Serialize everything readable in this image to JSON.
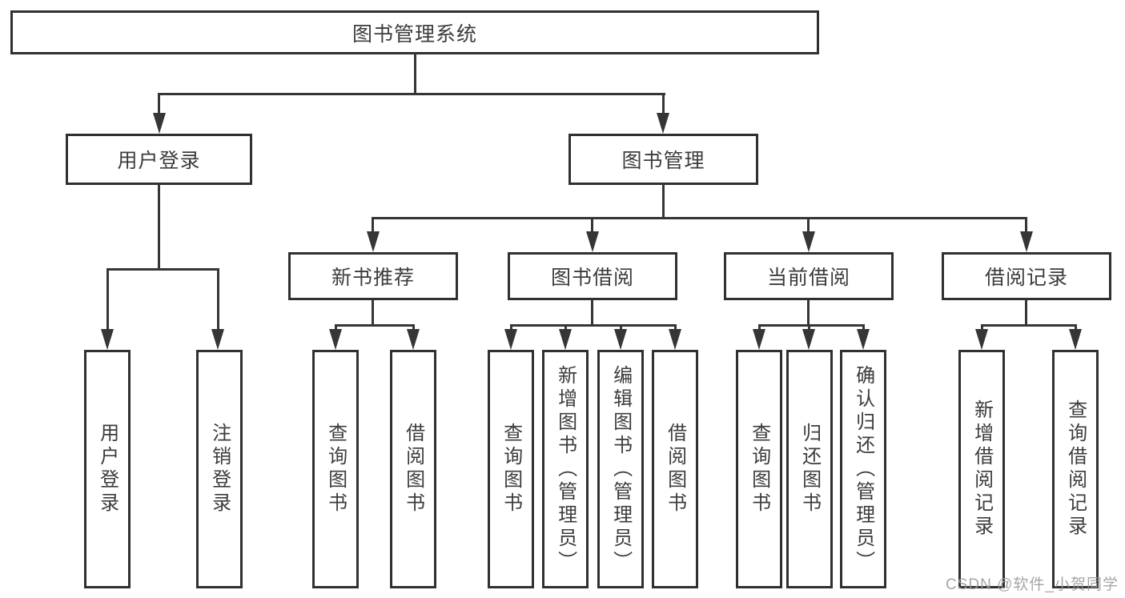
{
  "diagram": {
    "root": {
      "label": "图书管理系统"
    },
    "branches": [
      {
        "label": "用户登录",
        "children": [
          {
            "label": "用户登录"
          },
          {
            "label": "注销登录"
          }
        ]
      },
      {
        "label": "图书管理",
        "children": [
          {
            "label": "新书推荐",
            "children": [
              {
                "label": "查询图书"
              },
              {
                "label": "借阅图书"
              }
            ]
          },
          {
            "label": "图书借阅",
            "children": [
              {
                "label": "查询图书"
              },
              {
                "label": "新增图书（管理员）"
              },
              {
                "label": "编辑图书（管理员）"
              },
              {
                "label": "借阅图书"
              }
            ]
          },
          {
            "label": "当前借阅",
            "children": [
              {
                "label": "查询图书"
              },
              {
                "label": "归还图书"
              },
              {
                "label": "确认归还（管理员）"
              }
            ]
          },
          {
            "label": "借阅记录",
            "children": [
              {
                "label": "新增借阅记录"
              },
              {
                "label": "查询借阅记录"
              }
            ]
          }
        ]
      }
    ]
  },
  "watermark": {
    "text": "CSDN @软件_小贺同学"
  },
  "colors": {
    "line": "#363636",
    "box_border": "#303030",
    "text": "#3c3c3c",
    "watermark": "#9c9c9c",
    "background": "#ffffff"
  }
}
